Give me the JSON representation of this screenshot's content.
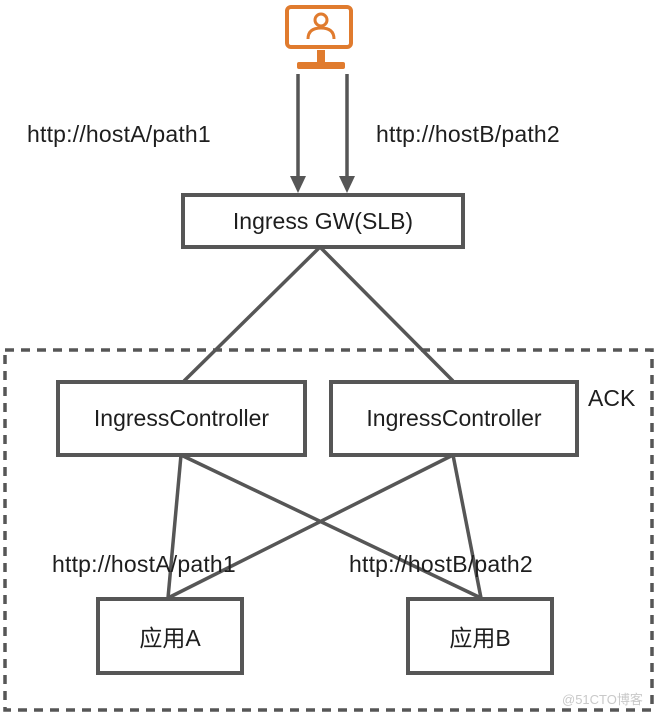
{
  "diagram": {
    "user_icon": "user-monitor-icon",
    "request_labels": {
      "left": "http://hostA/path1",
      "right": "http://hostB/path2"
    },
    "gateway": {
      "label": "Ingress GW(SLB)"
    },
    "cluster": {
      "label": "ACK"
    },
    "controllers": [
      {
        "label": "IngressController"
      },
      {
        "label": "IngressController"
      }
    ],
    "route_labels": {
      "left": "http://hostA/path1",
      "right": "http://hostB/path2"
    },
    "apps": [
      {
        "label": "应用A"
      },
      {
        "label": "应用B"
      }
    ],
    "watermark": "@51CTO博客",
    "colors": {
      "icon": "#e07b2e",
      "line": "#565656",
      "text": "#1e1e1e"
    }
  }
}
